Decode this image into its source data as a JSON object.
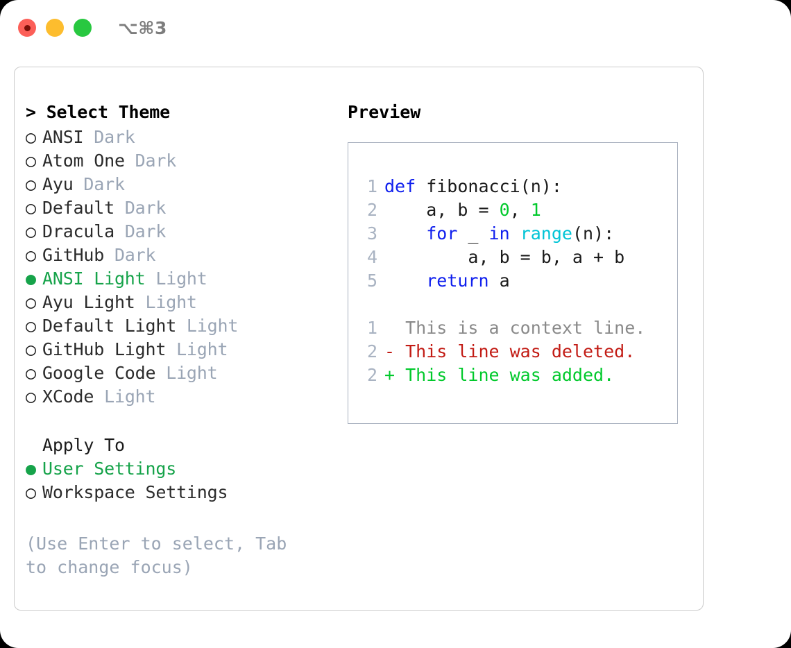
{
  "titlebar": {
    "traffic_lights": [
      "close",
      "minimize",
      "maximize"
    ],
    "shortcut": "⌥⌘3"
  },
  "theme_panel": {
    "header": "> Select Theme",
    "marker_selected": "●",
    "marker_unselected": "○",
    "accent_color": "#16a34a",
    "tag_color": "#9aa5b5",
    "items": [
      {
        "name": "ANSI",
        "tag": "Dark",
        "selected": false
      },
      {
        "name": "Atom One",
        "tag": "Dark",
        "selected": false
      },
      {
        "name": "Ayu",
        "tag": "Dark",
        "selected": false
      },
      {
        "name": "Default",
        "tag": "Dark",
        "selected": false
      },
      {
        "name": "Dracula",
        "tag": "Dark",
        "selected": false
      },
      {
        "name": "GitHub",
        "tag": "Dark",
        "selected": false
      },
      {
        "name": "ANSI Light",
        "tag": "Light",
        "selected": true
      },
      {
        "name": "Ayu Light",
        "tag": "Light",
        "selected": false
      },
      {
        "name": "Default Light",
        "tag": "Light",
        "selected": false
      },
      {
        "name": "GitHub Light",
        "tag": "Light",
        "selected": false
      },
      {
        "name": "Google Code",
        "tag": "Light",
        "selected": false
      },
      {
        "name": "XCode",
        "tag": "Light",
        "selected": false
      }
    ]
  },
  "apply_to": {
    "header": "Apply To",
    "options": [
      {
        "label": "User Settings",
        "selected": true
      },
      {
        "label": "Workspace Settings",
        "selected": false
      }
    ]
  },
  "hint": "(Use Enter to select, Tab to change focus)",
  "preview": {
    "header": "Preview",
    "code_lines": [
      {
        "no": "1",
        "tokens": [
          {
            "t": "def",
            "c": "kw"
          },
          {
            "t": " fibonacci(n):",
            "c": "plain"
          }
        ]
      },
      {
        "no": "2",
        "tokens": [
          {
            "t": "    a, b = ",
            "c": "plain"
          },
          {
            "t": "0",
            "c": "num"
          },
          {
            "t": ", ",
            "c": "plain"
          },
          {
            "t": "1",
            "c": "num"
          }
        ]
      },
      {
        "no": "3",
        "tokens": [
          {
            "t": "    ",
            "c": "plain"
          },
          {
            "t": "for",
            "c": "kw"
          },
          {
            "t": " _ ",
            "c": "plain"
          },
          {
            "t": "in",
            "c": "kw"
          },
          {
            "t": " ",
            "c": "plain"
          },
          {
            "t": "range",
            "c": "fn"
          },
          {
            "t": "(n):",
            "c": "plain"
          }
        ]
      },
      {
        "no": "4",
        "tokens": [
          {
            "t": "        a, b = b, a + b",
            "c": "plain"
          }
        ]
      },
      {
        "no": "5",
        "tokens": [
          {
            "t": "    ",
            "c": "plain"
          },
          {
            "t": "return",
            "c": "kw"
          },
          {
            "t": " a",
            "c": "plain"
          }
        ]
      }
    ],
    "diff_lines": [
      {
        "no": "1",
        "sign": " ",
        "text": " This is a context line.",
        "kind": "diff-ctx"
      },
      {
        "no": "2",
        "sign": "-",
        "text": " This line was deleted.",
        "kind": "diff-del"
      },
      {
        "no": "2",
        "sign": "+",
        "text": " This line was added.",
        "kind": "diff-add"
      }
    ]
  }
}
